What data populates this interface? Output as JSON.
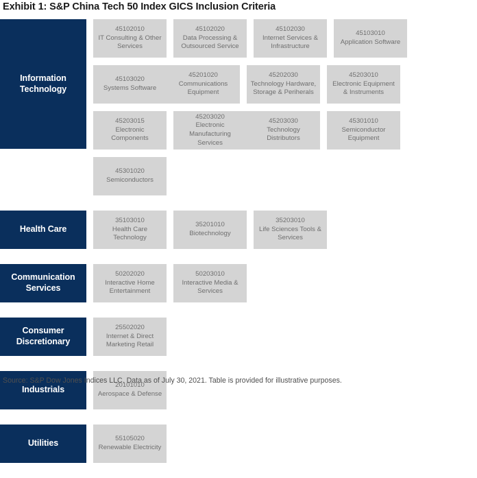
{
  "title": "Exhibit 1: S&P China Tech 50 Index GICS Inclusion Criteria",
  "source": "Source: S&P Dow Jones Indices LLC. Data as of July 30, 2021. Table is provided for illustrative purposes.",
  "colors": {
    "sector_background": "#0a2f5c",
    "sector_text": "#ffffff",
    "cell_background": "#d4d4d4",
    "cell_text": "#6f6f6f",
    "title_text": "#1a1a1a",
    "source_text": "#4f4f4f",
    "page_background": "#ffffff"
  },
  "sectors": [
    {
      "label": "Information Technology",
      "height": 189,
      "sub_industries": [
        {
          "code": "45102010",
          "name": "IT Consulting & Other Services"
        },
        {
          "code": "45102020",
          "name": "Data Processing & Outsourced Service"
        },
        {
          "code": "45102030",
          "name": "Internet Services & Infrastructure"
        },
        {
          "code": "45103010",
          "name": "Application Software"
        },
        {
          "code": "45103020",
          "name": "Systems Software"
        },
        {
          "code": "45201020",
          "name": "Communications Equipment"
        },
        {
          "code": "45202030",
          "name": "Technology Hardware, Storage & Periherals"
        },
        {
          "code": "45203010",
          "name": "Electronic Equipment & Instruments"
        },
        {
          "code": "45203015",
          "name": "Electronic Components"
        },
        {
          "code": "45203020",
          "name": "Electronic Manufacturing Services"
        },
        {
          "code": "45203030",
          "name": "Technology Distributors"
        },
        {
          "code": "45301010",
          "name": "Semiconductor Equipment"
        },
        {
          "code": "45301020",
          "name": "Semiconductors"
        }
      ]
    },
    {
      "label": "Health Care",
      "height": 56,
      "sub_industries": [
        {
          "code": "35103010",
          "name": "Health Care Technology"
        },
        {
          "code": "35201010",
          "name": "Biotechnology"
        },
        {
          "code": "35203010",
          "name": "Life Sciences Tools & Services"
        }
      ]
    },
    {
      "label": "Communication Services",
      "height": 56,
      "sub_industries": [
        {
          "code": "50202020",
          "name": "Interactive Home Entertainment"
        },
        {
          "code": "50203010",
          "name": "Interactive Media & Services"
        }
      ]
    },
    {
      "label": "Consumer Discretionary",
      "height": 56,
      "sub_industries": [
        {
          "code": "25502020",
          "name": "Internet & Direct Marketing Retail"
        }
      ]
    },
    {
      "label": "Industrials",
      "height": 56,
      "sub_industries": [
        {
          "code": "20101010",
          "name": "Aerospace & Defense"
        }
      ]
    },
    {
      "label": "Utilities",
      "height": 56,
      "sub_industries": [
        {
          "code": "55105020",
          "name": "Renewable Electricity"
        }
      ]
    }
  ]
}
